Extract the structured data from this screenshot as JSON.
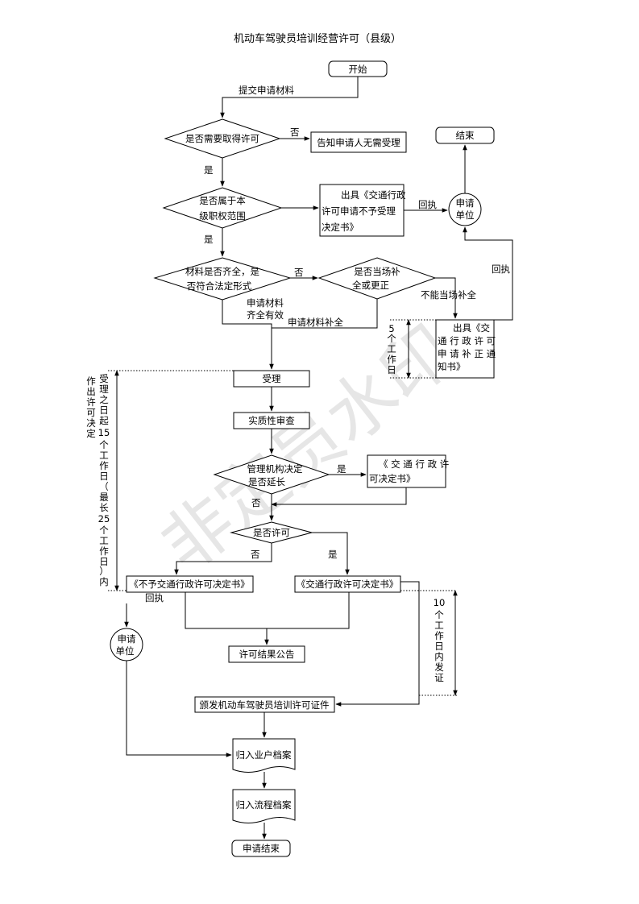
{
  "title": "机动车驾驶员培训经营许可（县级）",
  "watermark": "非定员水印",
  "nodes": {
    "start": "开始",
    "submit": "提交申请材料",
    "need_permit_1": "是否需要取得许可",
    "inform_no_need": "告知申请人无需受理",
    "end_top": "结束",
    "scope_1": "是否属于本",
    "scope_2": "级职权范围",
    "reject_1": "出具《交通行政",
    "reject_2": "许可申请不予受理",
    "reject_3": "决定书》",
    "applicant_1": "申请",
    "applicant_2": "单位",
    "materials_1": "材料是否齐全，是",
    "materials_2": "否符合法定形式",
    "fix_1": "是否当场补",
    "fix_2": "全或更正",
    "notice_1": "出具《交",
    "notice_2": "通 行 政 许 可",
    "notice_3": "申 请 补 正 通",
    "notice_4": "知书》",
    "accept": "受理",
    "review": "实质性审查",
    "extend_1": "管理机构决定",
    "extend_2": "是否延长",
    "extend_doc_1": "《 交 通 行 政 许",
    "extend_doc_2": "可决定书》",
    "permit_q": "是否许可",
    "deny_doc": "《不予交通行政许可决定书》",
    "grant_doc": "《交通行政许可决定书》",
    "announce": "许可结果公告",
    "issue": "颁发机动车驾驶员培训许可证件",
    "archive_1": "归入业户档案",
    "archive_2": "归入流程档案",
    "finish": "申请结束"
  },
  "labels": {
    "no": "否",
    "yes": "是",
    "receipt": "回执",
    "cannot_fix": "不能当场补全",
    "complete_1": "申请材料",
    "complete_2": "齐全有效",
    "supplemented": "申请材料补全",
    "five_days": [
      "5",
      "个",
      "工",
      "作",
      "日"
    ],
    "fifteen_days": [
      "受",
      "理",
      "之",
      "日",
      "起",
      "15",
      "个",
      "工",
      "作",
      "日",
      "（",
      "最",
      "长",
      "25",
      "个",
      "工",
      "作",
      "日",
      "）",
      "内"
    ],
    "decision_col": [
      "作",
      "出",
      "许",
      "可",
      "决",
      "定"
    ],
    "ten_days": [
      "10",
      "个",
      "工",
      "作",
      "日",
      "内",
      "发",
      "证"
    ]
  }
}
